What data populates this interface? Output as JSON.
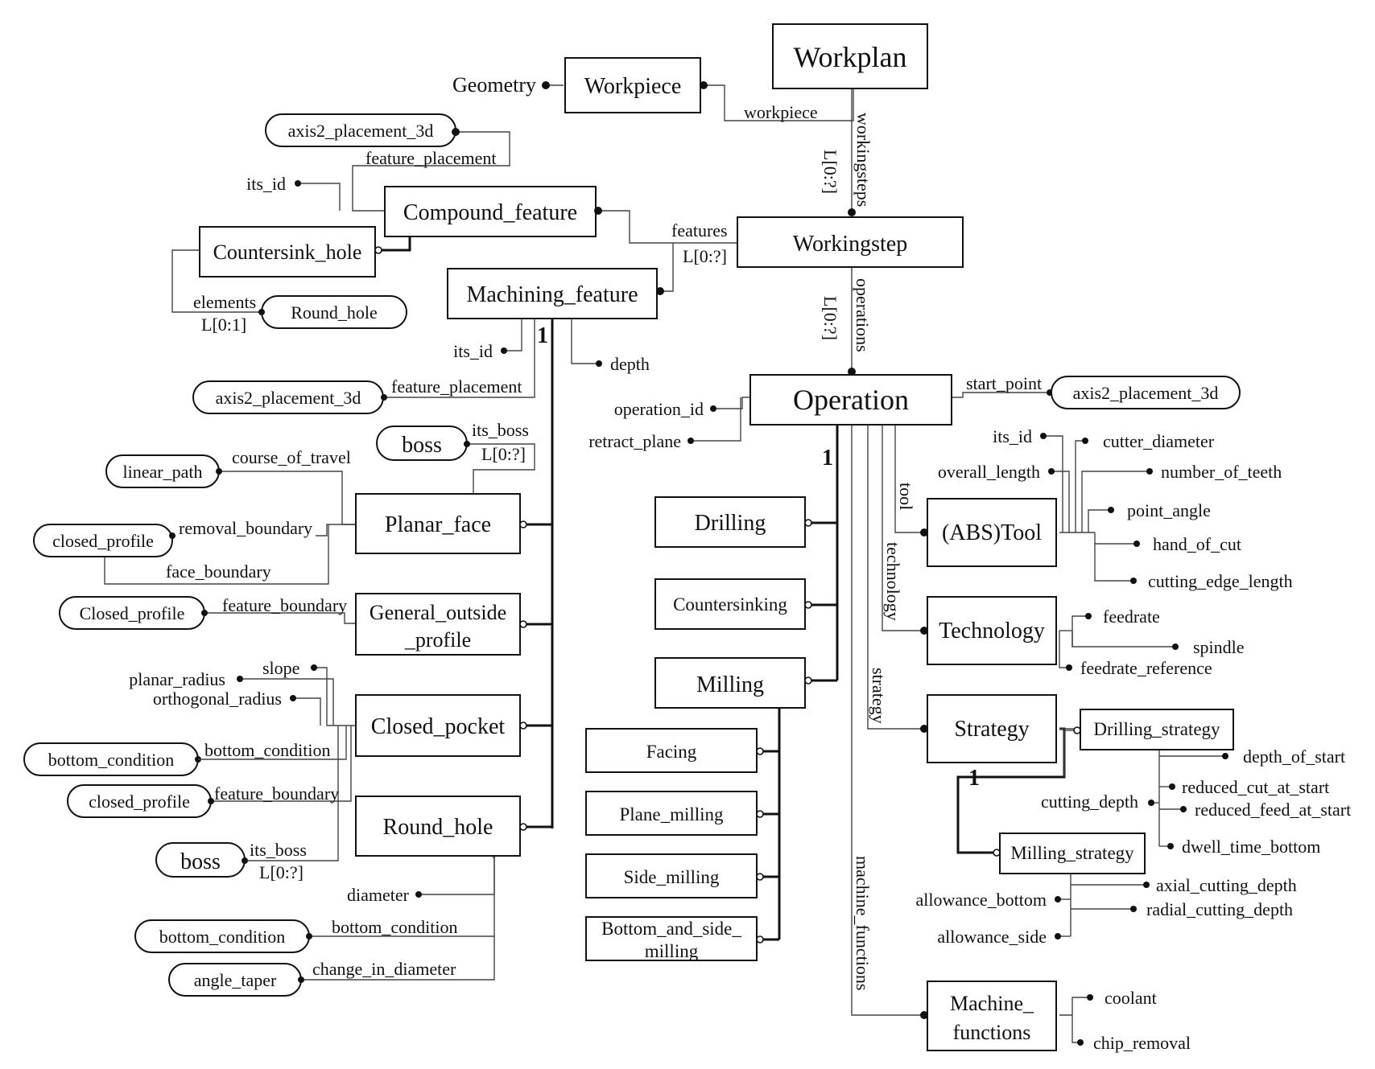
{
  "entities": {
    "workplan": "Workplan",
    "workpiece": "Workpiece",
    "workingstep": "Workingstep",
    "compound_feature": "Compound_feature",
    "countersink_hole": "Countersink_hole",
    "machining_feature": "Machining_feature",
    "planar_face": "Planar_face",
    "general_outside_profile_1": "General_outside",
    "general_outside_profile_2": "_profile",
    "closed_pocket": "Closed_pocket",
    "round_hole": "Round_hole",
    "operation": "Operation",
    "drilling": "Drilling",
    "countersinking": "Countersinking",
    "milling": "Milling",
    "facing": "Facing",
    "plane_milling": "Plane_milling",
    "side_milling": "Side_milling",
    "bottom_and_side_milling_1": "Bottom_and_side_",
    "bottom_and_side_milling_2": "milling",
    "abs_tool": "(ABS)Tool",
    "technology": "Technology",
    "strategy": "Strategy",
    "drilling_strategy": "Drilling_strategy",
    "milling_strategy": "Milling_strategy",
    "machine_functions_1": "Machine_",
    "machine_functions_2": "functions"
  },
  "types": {
    "axis2_placement_3d_a": "axis2_placement_3d",
    "round_hole": "Round_hole",
    "axis2_placement_3d_b": "axis2_placement_3d",
    "boss_a": "boss",
    "linear_path": "linear_path",
    "closed_profile_a": "closed_profile",
    "closed_profile_b": "Closed_profile",
    "bottom_condition_a": "bottom_condition",
    "closed_profile_c": "closed_profile",
    "boss_b": "boss",
    "bottom_condition_b": "bottom_condition",
    "angle_taper": "angle_taper",
    "axis2_placement_3d_c": "axis2_placement_3d"
  },
  "labels": {
    "geometry": "Geometry",
    "workpiece": "workpiece",
    "workingsteps": "workingsteps",
    "l_workingsteps": "L[0:?]",
    "feature_placement_a": "feature_placement",
    "its_id_a": "its_id",
    "features": "features",
    "l_features": "L[0:?]",
    "elements": "elements",
    "l_elements": "L[0:1]",
    "operations": "operations",
    "l_operations": "L[0:?]",
    "its_id_b": "its_id",
    "depth": "depth",
    "one_a": "1",
    "feature_placement_b": "feature_placement",
    "its_boss_a": "its_boss",
    "l_its_boss_a": "L[0:?]",
    "course_of_travel": "course_of_travel",
    "removal_boundary": "removal_boundary",
    "face_boundary": "face_boundary",
    "feature_boundary_a": "feature_boundary",
    "slope": "slope",
    "planar_radius": "planar_radius",
    "orthogonal_radius": "orthogonal_radius",
    "bottom_condition_a": "bottom_condition",
    "feature_boundary_b": "feature_boundary",
    "its_boss_b": "its_boss",
    "l_its_boss_b": "L[0:?]",
    "diameter": "diameter",
    "bottom_condition_b": "bottom_condition",
    "change_in_diameter": "change_in_diameter",
    "start_point": "start_point",
    "operation_id": "operation_id",
    "retract_plane": "retract_plane",
    "one_b": "1",
    "its_id_c": "its_id",
    "overall_length": "overall_length",
    "cutter_diameter": "cutter_diameter",
    "number_of_teeth": "number_of_teeth",
    "point_angle": "point_angle",
    "hand_of_cut": "hand_of_cut",
    "cutting_edge_length": "cutting_edge_length",
    "tool": "tool",
    "technology": "technology",
    "feedrate": "feedrate",
    "spindle": "spindle",
    "feedrate_reference": "feedrate_reference",
    "strategy": "strategy",
    "one_c": "1",
    "cutting_depth": "cutting_depth",
    "depth_of_start": "depth_of_start",
    "reduced_cut_at_start": "reduced_cut_at_start",
    "reduced_feed_at_start": "reduced_feed_at_start",
    "dwell_time_bottom": "dwell_time_bottom",
    "allowance_bottom": "allowance_bottom",
    "allowance_side": "allowance_side",
    "axial_cutting_depth": "axial_cutting_depth",
    "radial_cutting_depth": "radial_cutting_depth",
    "machine_functions": "machine_functions",
    "coolant": "coolant",
    "chip_removal": "chip_removal"
  }
}
